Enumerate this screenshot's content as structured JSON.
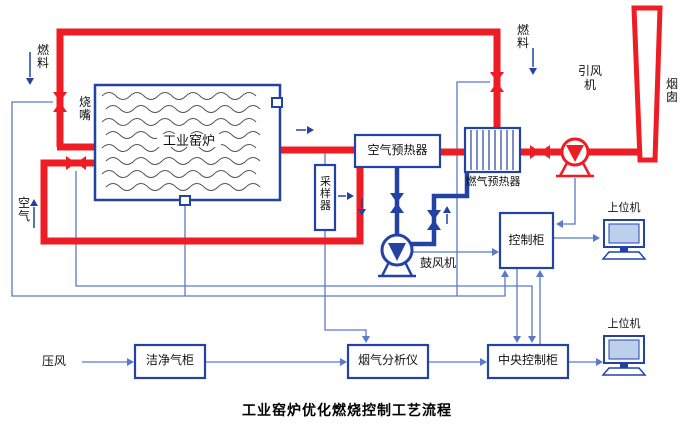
{
  "title": "工业窑炉优化燃烧控制工艺流程",
  "nodes": {
    "kiln": "工业窑炉",
    "sampler": "采样器",
    "air_preheater": "空气预热器",
    "gas_preheater": "燃气预热器",
    "induced_fan": "引风机",
    "chimney": "烟囱",
    "blower": "鼓风机",
    "control_cabinet": "控制柜",
    "host_computer_upper": "上位机",
    "host_computer_lower": "上位机",
    "clean_gas_tank": "洁净气柜",
    "flue_gas_analyzer": "烟气分析仪",
    "central_control_cabinet": "中央控制柜"
  },
  "streams": {
    "fuel_left": "燃料",
    "fuel_right": "燃料",
    "air": "空气",
    "burner": "烧嘴",
    "compressed_air": "压风"
  },
  "colors": {
    "pipe_red": "#ee1c25",
    "device_blue": "#2442a5",
    "signal_blue": "#5b79c9"
  }
}
